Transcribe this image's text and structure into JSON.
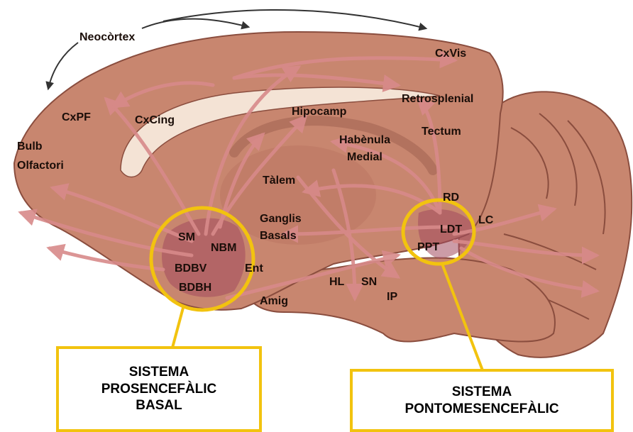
{
  "colors": {
    "brain_fill": "#c8866f",
    "brain_dark": "#8a4d3e",
    "pathway": "#d88a8a",
    "highlight": "#f2c30f",
    "label_text": "#1a0d08"
  },
  "labels": {
    "neocortex": "Neocòrtex",
    "cxvis": "CxVis",
    "retrosplenial": "Retrosplenial",
    "cxpf": "CxPF",
    "cxcing": "CxCing",
    "hipocamp": "Hipocamp",
    "bulb": "Bulb",
    "olfactori": "Olfactori",
    "habenula": "Habènula",
    "medial": "Medial",
    "tectum": "Tectum",
    "talem": "Tàlem",
    "rd": "RD",
    "ganglis": "Ganglis",
    "basals": "Basals",
    "ldt": "LDT",
    "lc": "LC",
    "sm": "SM",
    "nbm": "NBM",
    "ppt": "PPT",
    "bdbv": "BDBV",
    "ent": "Ent",
    "bdbh": "BDBH",
    "hl": "HL",
    "sn": "SN",
    "amig": "Amig",
    "ip": "IP"
  },
  "boxes": {
    "basal": [
      "SISTEMA",
      "PROSENCEFÀLIC",
      "BASAL"
    ],
    "ponto": [
      "SISTEMA",
      "PONTOMESENCEFÀLIC"
    ]
  }
}
